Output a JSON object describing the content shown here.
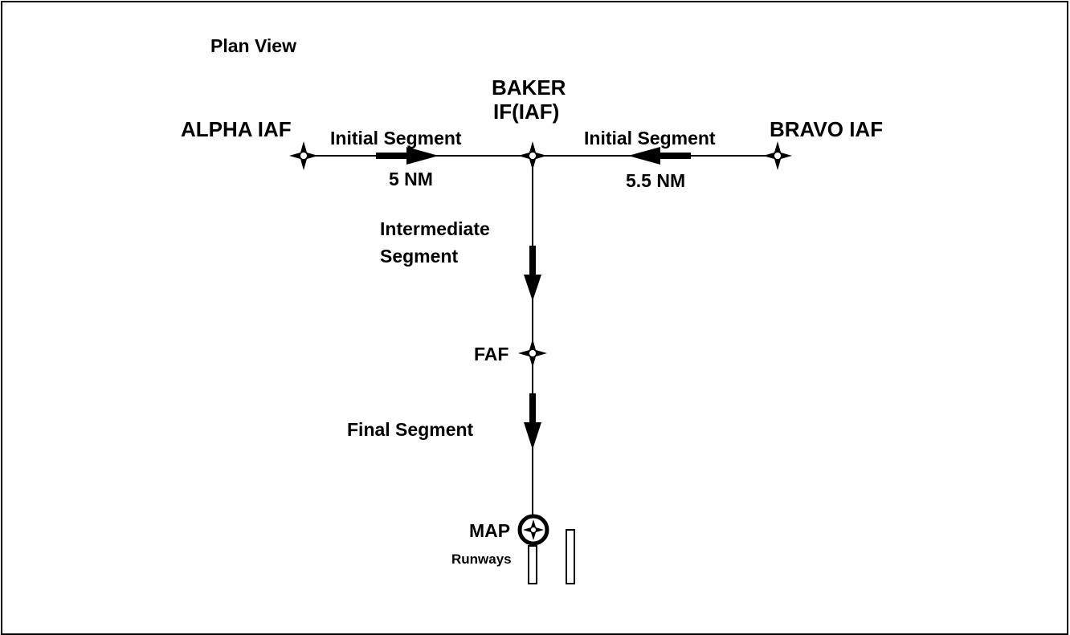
{
  "title": "Plan View",
  "fixes": {
    "alpha": "ALPHA IAF",
    "baker_line1": "BAKER",
    "baker_line2": "IF(IAF)",
    "bravo": "BRAVO IAF",
    "faf": "FAF",
    "map": "MAP"
  },
  "segments": {
    "initial_left": "Initial Segment",
    "initial_right": "Initial Segment",
    "intermediate_line1": "Intermediate",
    "intermediate_line2": "Segment",
    "final": "Final Segment"
  },
  "distances": {
    "left": "5 NM",
    "right": "5.5 NM"
  },
  "runways_label": "Runways",
  "colors": {
    "ink": "#000000",
    "background": "#ffffff"
  }
}
